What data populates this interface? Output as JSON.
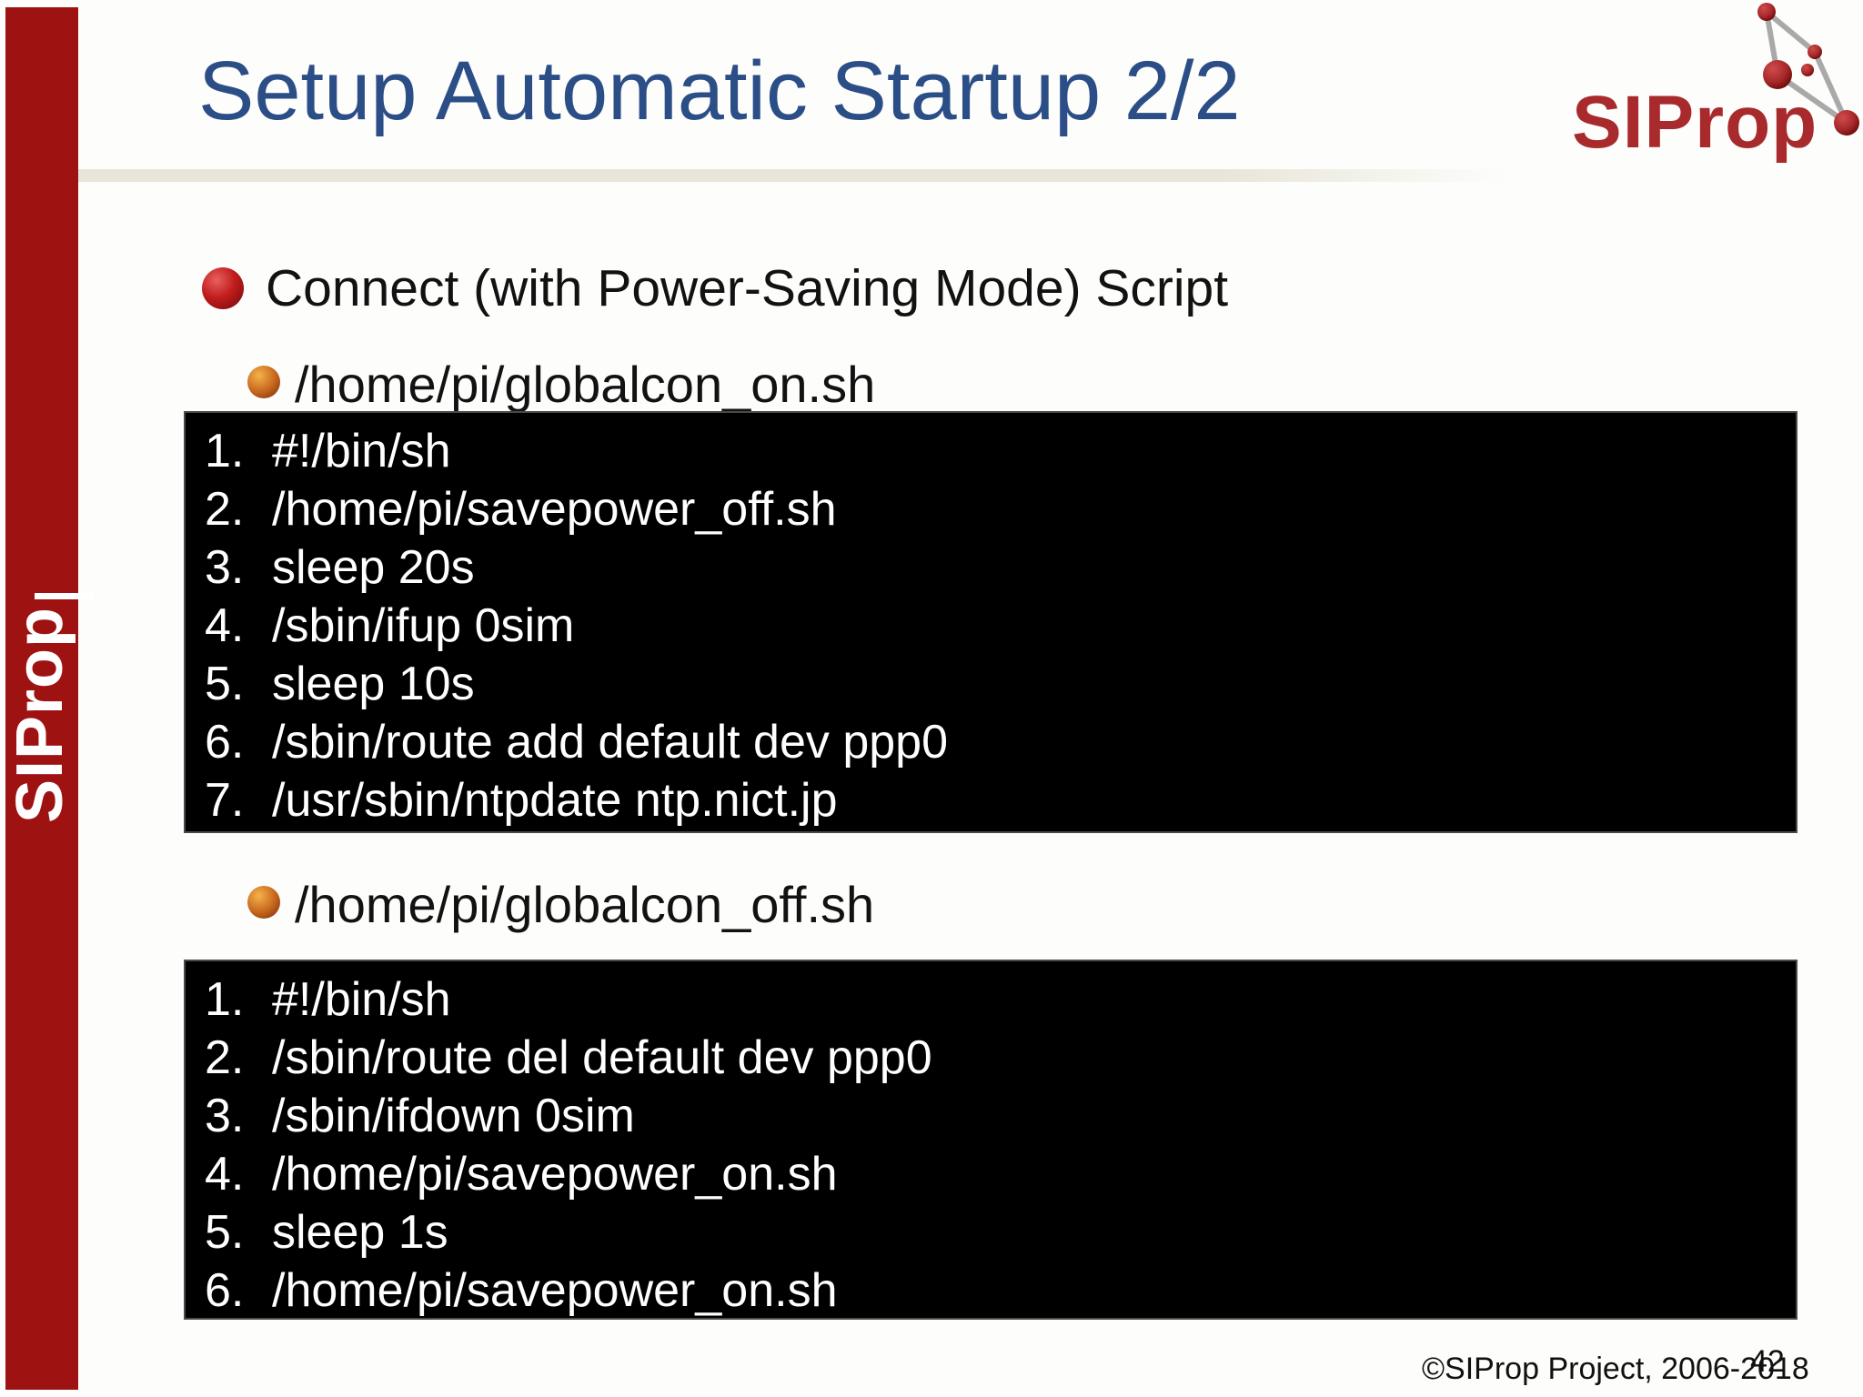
{
  "slide": {
    "title": "Setup Automatic Startup 2/2",
    "heading": "Connect (with Power-Saving Mode) Script",
    "footer": "©SIProp Project, 2006-2018",
    "page_number": "42"
  },
  "branding": {
    "logo_text": "SIProp",
    "sidebar_text": "SIProp"
  },
  "scripts": [
    {
      "path": "/home/pi/globalcon_on.sh",
      "lines": [
        "#!/bin/sh",
        "/home/pi/savepower_off.sh",
        "sleep 20s",
        "/sbin/ifup 0sim",
        "sleep 10s",
        "/sbin/route add default dev ppp0",
        "/usr/sbin/ntpdate ntp.nict.jp"
      ]
    },
    {
      "path": "/home/pi/globalcon_off.sh",
      "lines": [
        "#!/bin/sh",
        "/sbin/route del default dev ppp0",
        "/sbin/ifdown 0sim",
        "/home/pi/savepower_on.sh",
        "sleep 1s",
        "/home/pi/savepower_on.sh"
      ]
    }
  ],
  "colors": {
    "title_blue": "#2b4e87",
    "sidebar_red": "#9e1212",
    "logo_red": "#a82a2c",
    "code_bg": "#000000",
    "code_text": "#ffffff",
    "accent_band": "#e8e6d8"
  }
}
